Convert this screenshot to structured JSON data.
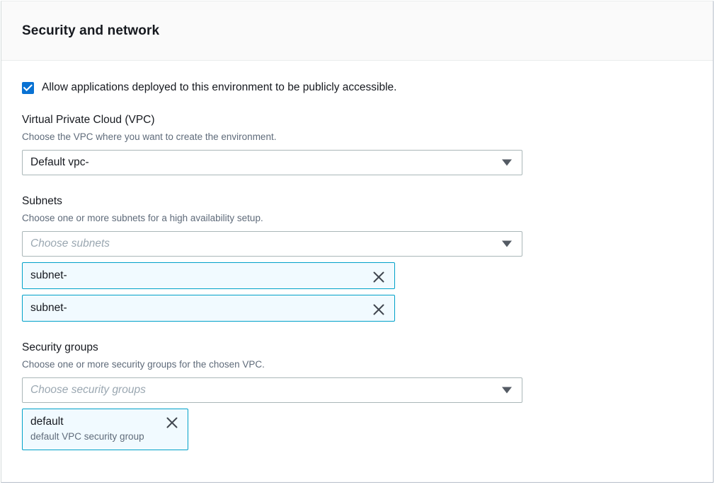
{
  "panel": {
    "title": "Security and network"
  },
  "public_access": {
    "label": "Allow applications deployed to this environment to be publicly accessible.",
    "checked": true,
    "icon": "checkmark-icon"
  },
  "vpc": {
    "label": "Virtual Private Cloud (VPC)",
    "description": "Choose the VPC where you want to create the environment.",
    "selected": "Default vpc-",
    "arrow_icon": "chevron-down-icon"
  },
  "subnets": {
    "label": "Subnets",
    "description": "Choose one or more subnets for a high availability setup.",
    "placeholder": "Choose subnets",
    "arrow_icon": "chevron-down-icon",
    "tokens": [
      {
        "label": "subnet-",
        "remove_icon": "close-icon"
      },
      {
        "label": "subnet-",
        "remove_icon": "close-icon"
      }
    ]
  },
  "security_groups": {
    "label": "Security groups",
    "description": "Choose one or more security groups for the chosen VPC.",
    "placeholder": "Choose security groups",
    "arrow_icon": "chevron-down-icon",
    "tokens": [
      {
        "label": "default",
        "sublabel": "default VPC security group",
        "remove_icon": "close-icon"
      }
    ]
  },
  "colors": {
    "accent_blue": "#0972d3",
    "token_border": "#00a1c9",
    "token_background": "#f1faff",
    "text_primary": "#16191f",
    "text_secondary": "#5f6b7a",
    "border": "#aab7b8",
    "header_background": "#fafafa"
  }
}
